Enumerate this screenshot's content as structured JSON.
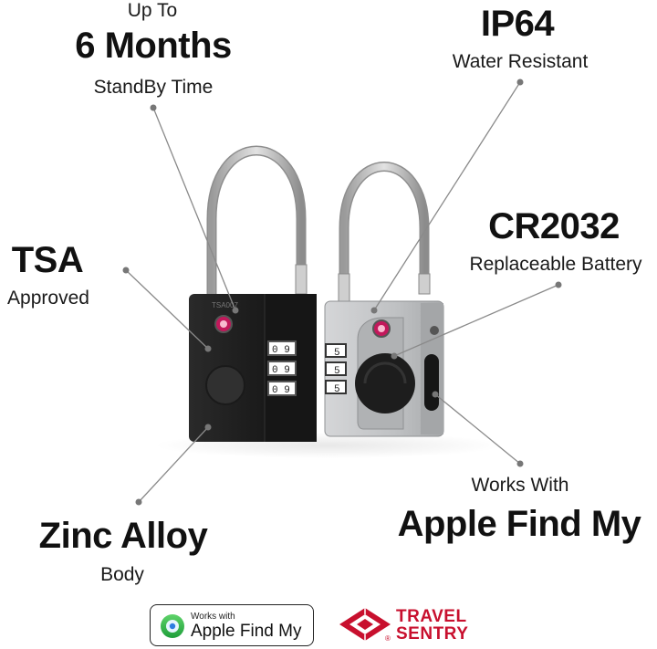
{
  "features": {
    "standby": {
      "pre": "Up To",
      "big": "6 Months",
      "post": "StandBy Time"
    },
    "water": {
      "big": "IP64",
      "post": "Water Resistant"
    },
    "tsa": {
      "big": "TSA",
      "post": "Approved"
    },
    "battery": {
      "big": "CR2032",
      "post": "Replaceable Battery"
    },
    "material": {
      "big": "Zinc Alloy",
      "post": "Body"
    },
    "findmy": {
      "pre": "Works With",
      "big": "Apple Find My"
    }
  },
  "lock_left": {
    "engraving": "TSA007",
    "dials": [
      "0 9",
      "0 9",
      "0 9"
    ],
    "button_icon": "circle-button-icon",
    "color": "#1f1f1f"
  },
  "lock_right": {
    "dials": [
      "5",
      "5",
      "5"
    ],
    "color": "#b9bbbd"
  },
  "badges": {
    "apple_findmy": {
      "line1": "Works with",
      "line2": "Apple Find My",
      "icon": "find-my-icon"
    },
    "travel_sentry": {
      "line1": "TRAVEL",
      "line2": "SENTRY",
      "reg": "®",
      "icon": "travel-sentry-diamond-icon",
      "color": "#c8102e"
    }
  },
  "colors": {
    "callout_line": "#8a8a8a",
    "callout_dot": "#777777",
    "tsa_red": "#c2185b"
  }
}
